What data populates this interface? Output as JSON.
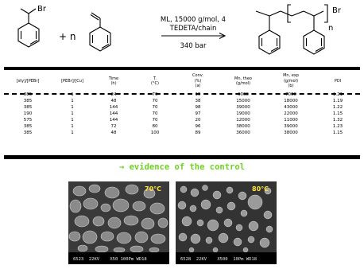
{
  "scheme": {
    "atom_br": "Br",
    "plus_n": "+ n",
    "conditions": [
      "ML, 15000 g/mol, 4",
      "TEDETA/chain",
      "340 bar"
    ],
    "product_br": "Br",
    "product_n": "n"
  },
  "table": {
    "headers": [
      [
        "[sty]/[PEBr]"
      ],
      [
        "[PEBr]/[Cu]"
      ],
      [
        "Time",
        "(h)"
      ],
      [
        "T.",
        "(°C)"
      ],
      [
        "Conv.",
        "(%)",
        "(a)"
      ],
      [
        "Mn, theo",
        "(g/mol)"
      ],
      [
        "Mn, exp",
        "(g/mol)",
        "(b)"
      ],
      [
        "PDI"
      ]
    ],
    "rows": [
      [
        "385",
        "1",
        "24",
        "70",
        "15",
        "6000",
        "7000",
        "1.21"
      ],
      [
        "385",
        "1",
        "48",
        "70",
        "38",
        "15000",
        "18000",
        "1.19"
      ],
      [
        "385",
        "1",
        "144",
        "70",
        "98",
        "39000",
        "43000",
        "1.22"
      ],
      [
        "190",
        "1",
        "144",
        "70",
        "97",
        "19000",
        "22000",
        "1.15"
      ],
      [
        "575",
        "1",
        "144",
        "70",
        "20",
        "12000",
        "11000",
        "1.32"
      ],
      [
        "385",
        "1",
        "72",
        "80",
        "96",
        "38000",
        "39000",
        "1.23"
      ],
      [
        "385",
        "1",
        "48",
        "100",
        "89",
        "36000",
        "38000",
        "1.15"
      ]
    ]
  },
  "evidence_text": "→ evidence of the control",
  "micrographs": [
    {
      "temperature": "70°C",
      "caption": "6523  22KV    X50 100Pm WD18"
    },
    {
      "temperature": "80°C",
      "caption": "6528  22KV    X500  10Pm WD18"
    }
  ]
}
